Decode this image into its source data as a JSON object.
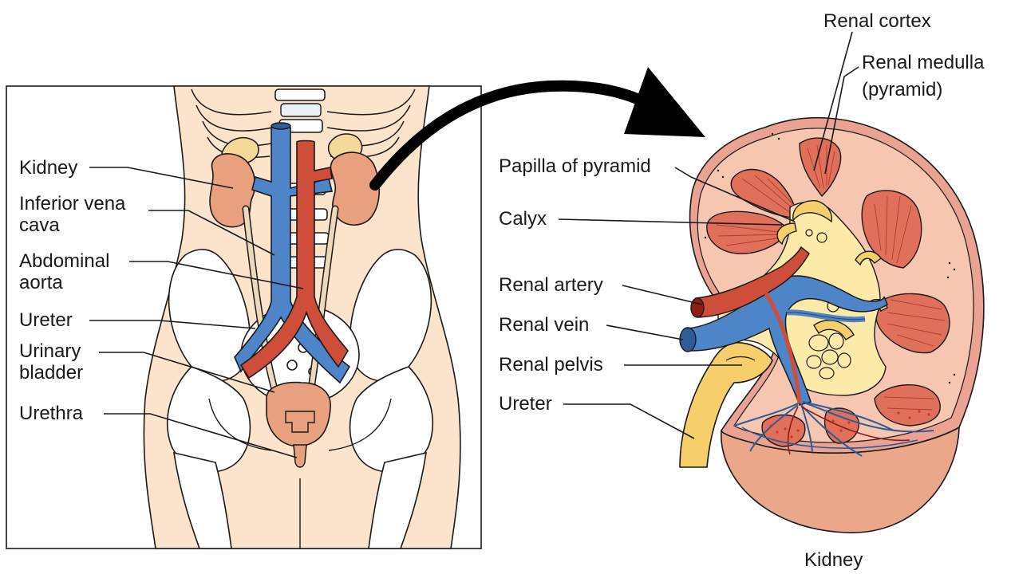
{
  "labels": {
    "left": {
      "kidney": "Kidney",
      "ivc_line1": "Inferior vena",
      "ivc_line2": "cava",
      "aorta_line1": "Abdominal",
      "aorta_line2": "aorta",
      "ureter": "Ureter",
      "bladder_line1": "Urinary",
      "bladder_line2": "bladder",
      "urethra": "Urethra"
    },
    "right": {
      "renal_cortex": "Renal cortex",
      "renal_medulla_line1": "Renal medulla",
      "renal_medulla_line2": "(pyramid)",
      "papilla": "Papilla of pyramid",
      "calyx": "Calyx",
      "renal_artery": "Renal artery",
      "renal_vein": "Renal vein",
      "renal_pelvis": "Renal pelvis",
      "ureter": "Ureter",
      "caption": "Kidney"
    }
  },
  "colors": {
    "skin": "#fbe3cc",
    "bone": "#ffffff",
    "kidney": "#e8a07e",
    "vein": "#4e84c8",
    "artery": "#cf4e3a",
    "ureter_tube": "#ecd9bb",
    "adrenal": "#f6d89a",
    "cortex": "#f6c6b1",
    "pyramid": "#e06f5c",
    "pelvis": "#fde9a8",
    "ureter_right": "#f7cf6a",
    "capsule": "#eaa293"
  }
}
